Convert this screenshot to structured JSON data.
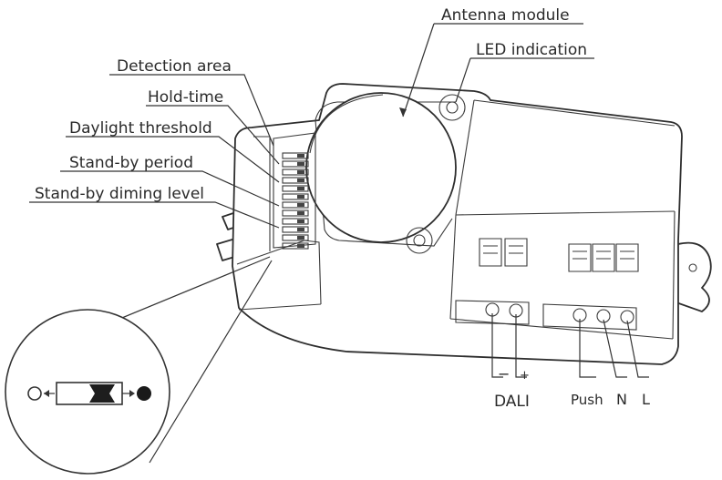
{
  "labels": {
    "antenna_module": "Antenna module",
    "led_indication": "LED indication",
    "detection_area": "Detection area",
    "hold_time": "Hold-time",
    "daylight_threshold": "Daylight threshold",
    "standby_period": "Stand-by period",
    "standby_dimming_level": "Stand-by diming level"
  },
  "terminals": {
    "dali": "DALI",
    "dali_minus": "−",
    "dali_plus": "+",
    "push": "Push",
    "n": "N",
    "l": "L"
  },
  "switch_legend": {
    "off_symbol": "open-circle",
    "on_symbol": "filled-circle"
  }
}
